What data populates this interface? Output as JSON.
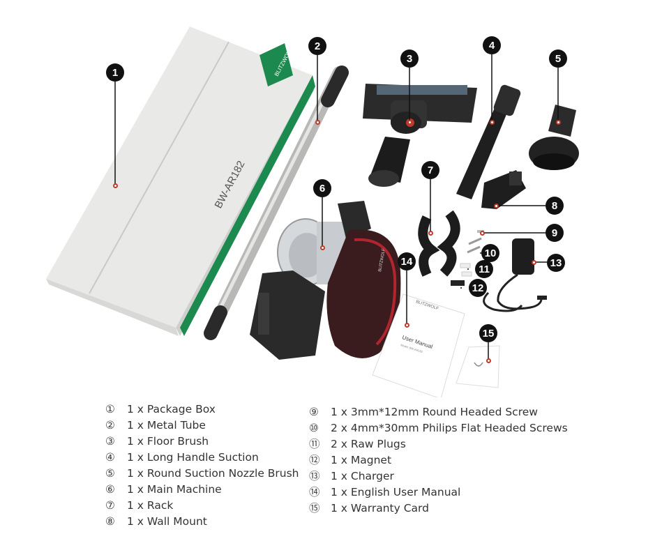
{
  "box": {
    "model_text": "BW-AR182",
    "brand_text": "BLITZWOLF"
  },
  "manual": {
    "brand_text": "BLITZWOLF",
    "title_text": "User Manual",
    "subtitle_text": "Model: BW-AR182"
  },
  "machine": {
    "brand_text": "BLITZWOLF"
  },
  "badges": [
    "1",
    "2",
    "3",
    "4",
    "5",
    "6",
    "7",
    "8",
    "9",
    "10",
    "11",
    "12",
    "13",
    "14",
    "15"
  ],
  "parts_left": [
    {
      "num": "①",
      "text": "1 x Package Box"
    },
    {
      "num": "②",
      "text": "1 x Metal Tube"
    },
    {
      "num": "③",
      "text": "1 x Floor Brush"
    },
    {
      "num": "④",
      "text": "1 x Long Handle Suction"
    },
    {
      "num": "⑤",
      "text": "1 x Round Suction Nozzle Brush"
    },
    {
      "num": "⑥",
      "text": "1 x Main Machine"
    },
    {
      "num": "⑦",
      "text": "1 x Rack"
    },
    {
      "num": "⑧",
      "text": "1 x Wall Mount"
    }
  ],
  "parts_right": [
    {
      "num": "⑨",
      "text": "1 x 3mm*12mm Round Headed Screw"
    },
    {
      "num": "⑩",
      "text": "2 x 4mm*30mm Philips Flat Headed Screws"
    },
    {
      "num": "⑪",
      "text": "2 x Raw Plugs"
    },
    {
      "num": "⑫",
      "text": "1 x Magnet"
    },
    {
      "num": "⑬",
      "text": "1 x Charger"
    },
    {
      "num": "⑭",
      "text": "1 x English User Manual"
    },
    {
      "num": "⑮",
      "text": "1 x Warranty Card"
    }
  ]
}
